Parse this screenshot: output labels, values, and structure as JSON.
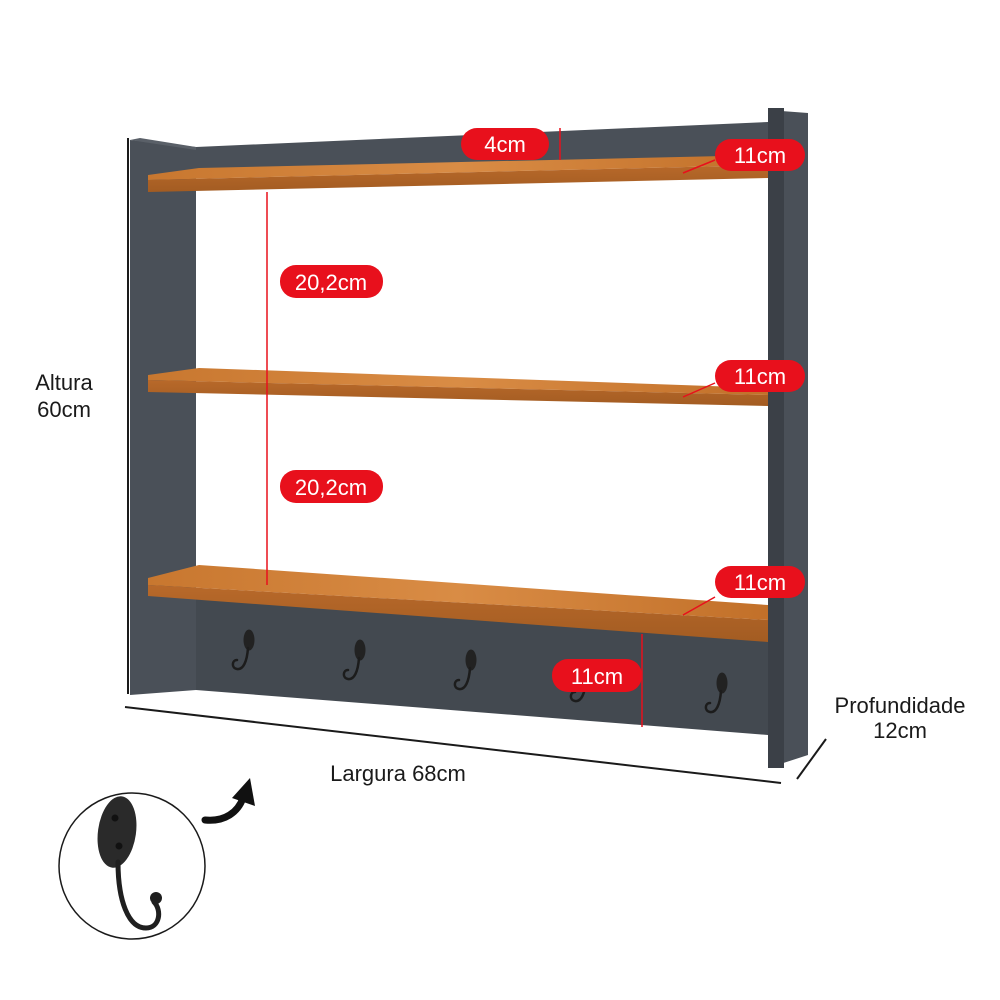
{
  "dimensions": {
    "height": {
      "label": "Altura",
      "value": "60cm"
    },
    "width": {
      "label": "Largura 68cm"
    },
    "depth": {
      "label": "Profundidade",
      "value": "12cm"
    }
  },
  "callouts": {
    "top_gap": "4cm",
    "shelf_top_depth": "11cm",
    "shelf_middle_depth": "11cm",
    "shelf_bottom_depth": "11cm",
    "upper_spacing": "20,2cm",
    "lower_spacing": "20,2cm",
    "hook_board": "11cm"
  },
  "colors": {
    "cabinet": "#4a5058",
    "cabinet_dark": "#3b4047",
    "wood": "#c8772f",
    "wood_light": "#d68a40",
    "tag": "#e8101c",
    "line": "#1a1a1a"
  },
  "hooks": {
    "count": 5
  }
}
